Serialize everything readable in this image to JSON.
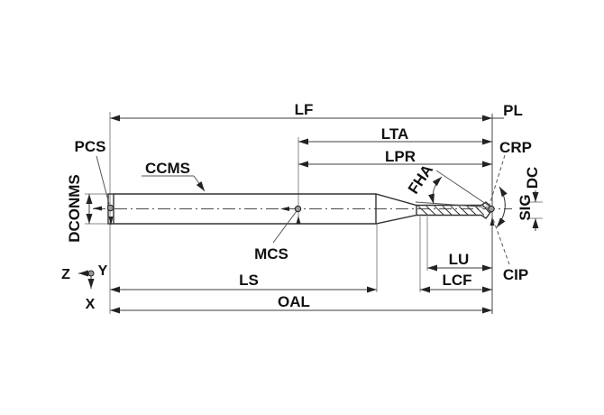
{
  "labels": {
    "lf": "LF",
    "pl": "PL",
    "lta": "LTA",
    "lpr": "LPR",
    "pcs": "PCS",
    "ccms": "CCMS",
    "crp": "CRP",
    "dconms": "DCONMS",
    "fha": "FHA",
    "dc": "DC",
    "sig": "SIG",
    "mcs": "MCS",
    "lu": "LU",
    "cip": "CIP",
    "ls": "LS",
    "lcf": "LCF",
    "oal": "OAL"
  },
  "axes": {
    "x": "X",
    "y": "Y",
    "z": "Z"
  },
  "colors": {
    "background": "#ffffff",
    "outline": "#333333",
    "dimension_line": "#3c3c3c",
    "extension_line": "#8a8a8a",
    "text": "#111111",
    "reference_point_fill": "#9a9a9a"
  }
}
